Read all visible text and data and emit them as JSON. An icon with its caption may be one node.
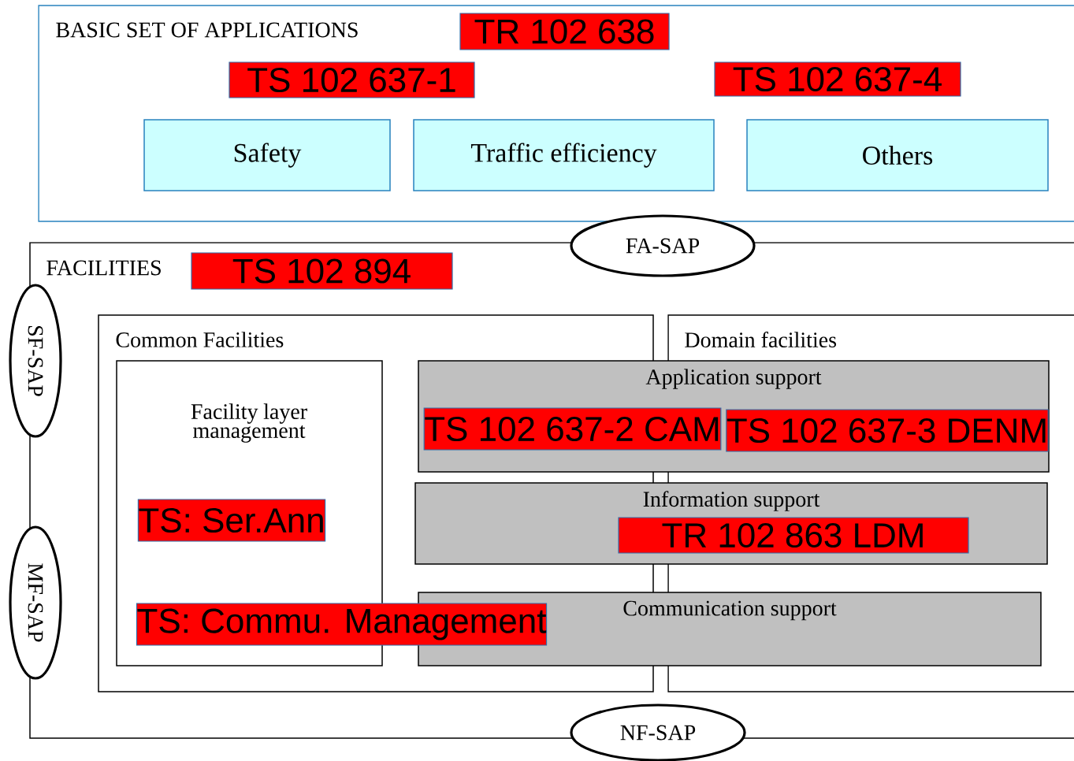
{
  "diagram": {
    "nodes": [
      {
        "text": [
          "BASIC SET OF APPLICATIONS"
        ]
      },
      {
        "text": [
          "TR 102 638"
        ],
        "in": 0
      },
      {
        "text": [
          "TS 102 637-1"
        ],
        "in": 0
      },
      {
        "text": [
          "TS 102 637-4"
        ],
        "in": 0
      },
      {
        "text": [
          "Safety"
        ],
        "in": 0
      },
      {
        "text": [
          "Traffic efficiency"
        ],
        "in": 0
      },
      {
        "text": [
          "Others"
        ],
        "in": 0
      },
      {
        "text": [
          "FACILITIES"
        ]
      },
      {
        "text": [
          "TS 102 894"
        ],
        "in": 7
      },
      {
        "text": [
          "Common Facilities"
        ],
        "in": 7
      },
      {
        "text": [
          "Domain facilities"
        ],
        "in": 7
      },
      {
        "text": [
          "Facility layer management"
        ],
        "in": 9
      },
      {
        "text": [
          "TS: Ser.Ann"
        ],
        "in": 11
      },
      {
        "text": [
          "Application support"
        ],
        "in": 7
      },
      {
        "text": [
          "TS 102 637-2 CAM"
        ],
        "in": 13
      },
      {
        "text": [
          "TS 102 637-3 DENM"
        ]
      },
      {
        "text": [
          "Information support"
        ],
        "in": 7
      },
      {
        "text": [
          "TR 102 863 LDM"
        ],
        "in": 16
      },
      {
        "text": [
          "Communication support"
        ],
        "in": 7
      },
      {
        "text": [
          "TS: Commu. Management"
        ],
        "in": 9
      },
      {
        "text": [
          "FA-SAP"
        ]
      },
      {
        "text": [
          "SF-SAP"
        ]
      },
      {
        "text": [
          "MF-SAP"
        ]
      },
      {
        "text": [
          "NF-SAP"
        ]
      }
    ]
  }
}
